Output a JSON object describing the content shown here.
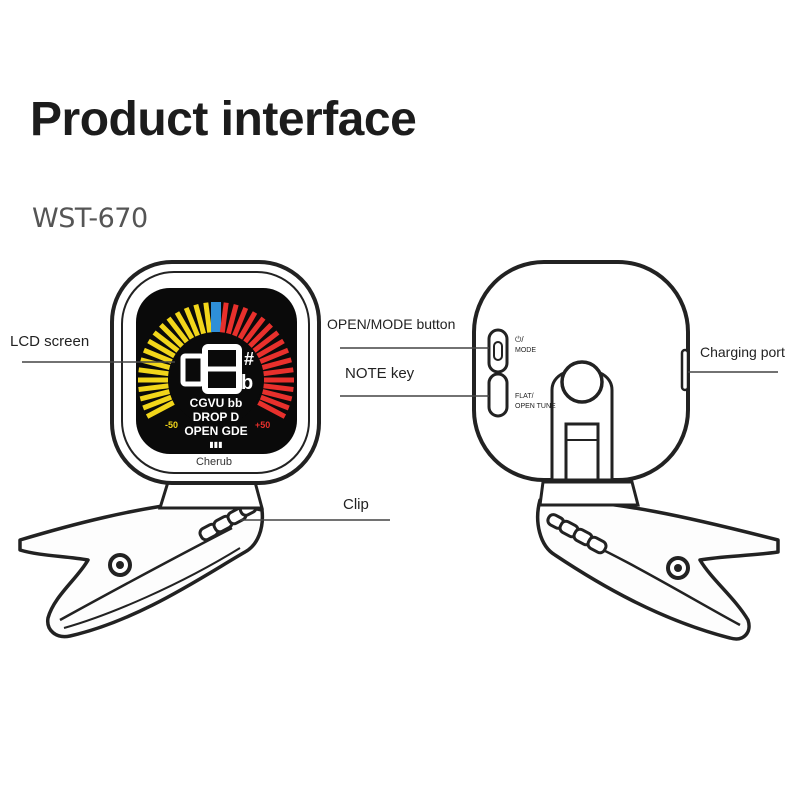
{
  "page": {
    "title": "Product interface",
    "model": "WST-670"
  },
  "labels": {
    "lcd_screen": "LCD screen",
    "open_mode_button": "OPEN/MODE button",
    "note_key": "NOTE key",
    "charging_port": "Charging port",
    "clip": "Clip"
  },
  "device": {
    "display": {
      "note": "8",
      "sharp": "#",
      "flat": "b",
      "modes": "CGVU bb",
      "drop": "DROP D",
      "open": "OPEN GDE",
      "scale_min": "-50",
      "scale_max": "+50",
      "battery": "▮▮▮",
      "brand": "Cherub"
    },
    "rear": {
      "mode_text_1": "⏻/",
      "mode_text_2": "MODE",
      "flat_text_1": "FLAT/",
      "flat_text_2": "OPEN TUNE"
    }
  },
  "colors": {
    "yellow": "#f2d61a",
    "blue": "#2e8fd8",
    "red": "#e8302c",
    "outline": "#222222"
  }
}
